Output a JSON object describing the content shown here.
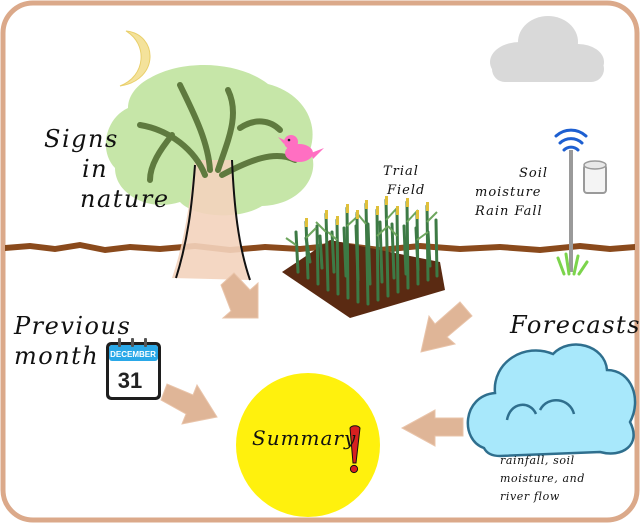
{
  "labels": {
    "signs_in_nature": [
      "Signs",
      "in",
      "nature"
    ],
    "trial_field": [
      "Trial",
      "Field"
    ],
    "soil_moisture": [
      "Soil",
      "moisture",
      "Rain Fall"
    ],
    "previous_month": [
      "Previous",
      "month"
    ],
    "forecasts": "Forecasts",
    "forecast_detail": [
      "rainfall, soil",
      "moisture, and",
      "river flow"
    ],
    "summary": "Summary"
  },
  "calendar": {
    "month": "DECEMBER",
    "day": "31"
  },
  "colors": {
    "frame": "#dba98a",
    "ground_line": "#8a4a1c",
    "arrow": "#dfb597",
    "sun": "#fff000",
    "cloud_fill": "#a8e8fb",
    "cloud_outline": "#2f6f8e",
    "tree_canopy": "#c6e6a8",
    "tree_branch": "#5f7a3f",
    "tree_trunk": "#f3d3bd",
    "moon": "#f4e29b",
    "bird": "#ff6fc2",
    "soil": "#5a2a12",
    "corn": "#3d7a45",
    "calendar_blue": "#2aa8e8",
    "exclamation": "#d62020",
    "grey_cloud": "#d9d9d9"
  },
  "icons": [
    "moon-icon",
    "grey-cloud-icon",
    "tree-icon",
    "bird-icon",
    "corn-field-icon",
    "rain-gauge-icon",
    "calendar-icon",
    "forecast-cloud-icon",
    "sun-icon",
    "exclamation-icon"
  ]
}
